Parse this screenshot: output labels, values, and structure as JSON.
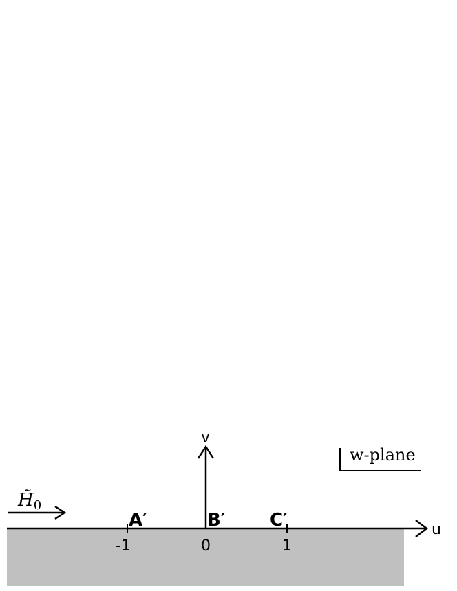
{
  "diagram": {
    "plane_label": "w-plane",
    "u_axis_label": "u",
    "v_axis_label": "v",
    "field": {
      "symbol": "H̃",
      "subscript": "0"
    },
    "points": [
      {
        "label": "A′",
        "tick": "-1"
      },
      {
        "label": "B′",
        "tick": "0"
      },
      {
        "label": "C′",
        "tick": "1"
      }
    ],
    "colors": {
      "region_fill": "#c0c0c0",
      "stroke": "#000000"
    }
  }
}
